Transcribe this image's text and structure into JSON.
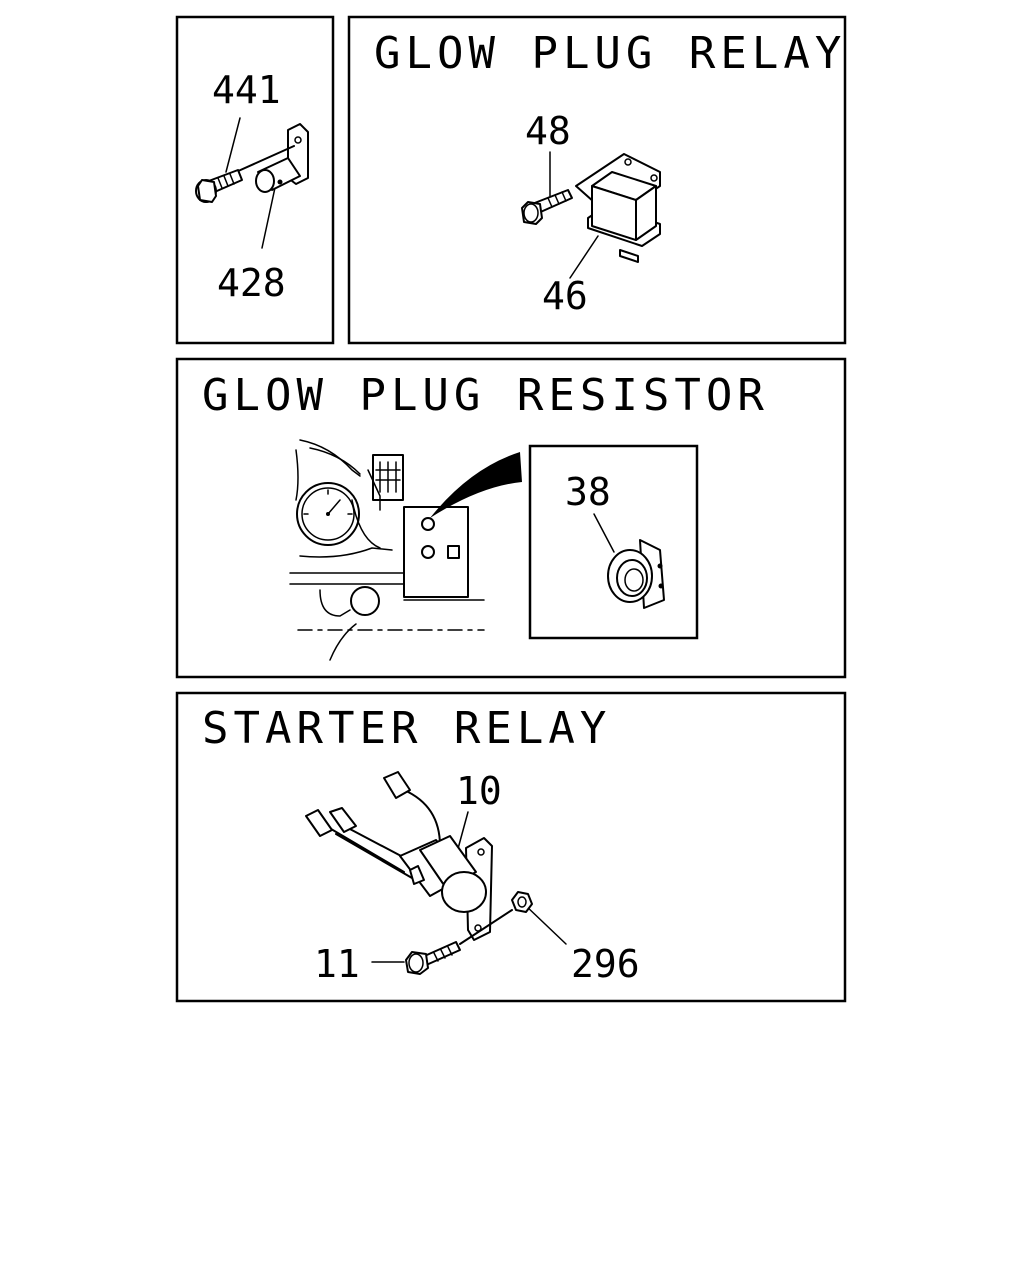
{
  "sections": {
    "glow_plug_relay": {
      "title": "GLOW PLUG RELAY"
    },
    "glow_plug_resistor": {
      "title": "GLOW PLUG RESISTOR"
    },
    "starter_relay": {
      "title": "STARTER RELAY"
    }
  },
  "callouts": {
    "p441": "441",
    "p428": "428",
    "p48": "48",
    "p46": "46",
    "p38": "38",
    "p10": "10",
    "p11": "11",
    "p296": "296"
  }
}
